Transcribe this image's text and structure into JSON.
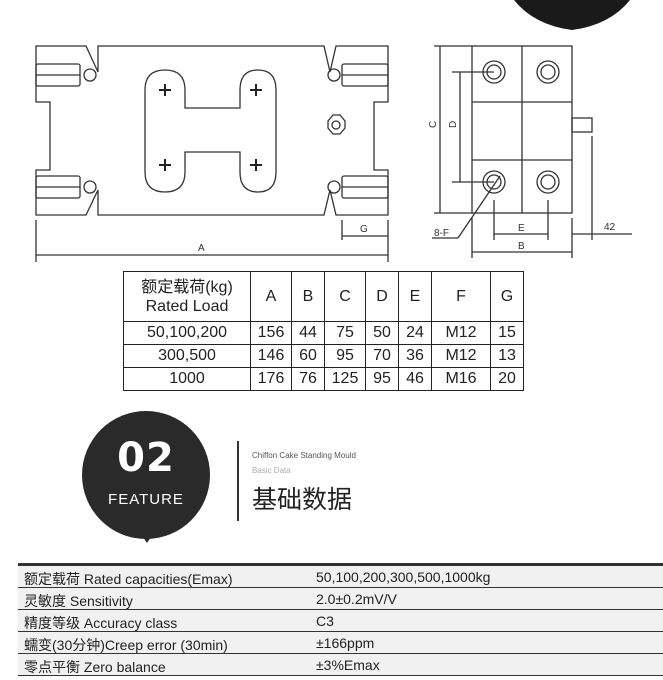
{
  "drawing": {
    "labels": {
      "A": "A",
      "G": "G",
      "C": "C",
      "D": "D",
      "E": "E",
      "B": "B",
      "F": "8-F",
      "dim42": "42"
    }
  },
  "load_table": {
    "header": {
      "cn": "额定载荷(kg)",
      "en": "Rated Load"
    },
    "columns": [
      "A",
      "B",
      "C",
      "D",
      "E",
      "F",
      "G"
    ],
    "rows": [
      {
        "load": "50,100,200",
        "values": [
          "156",
          "44",
          "75",
          "50",
          "24",
          "M12",
          "15"
        ]
      },
      {
        "load": "300,500",
        "values": [
          "146",
          "60",
          "95",
          "70",
          "36",
          "M12",
          "13"
        ]
      },
      {
        "load": "1000",
        "values": [
          "176",
          "76",
          "125",
          "95",
          "46",
          "M16",
          "20"
        ]
      }
    ]
  },
  "section": {
    "number": "02",
    "label": "FEATURE",
    "subtitle_en": "Chiffon Cake Standing Mould",
    "subtitle_small": "Basic Data",
    "title_cn": "基础数据"
  },
  "specs": [
    {
      "key": "额定载荷 Rated capacities(Emax)",
      "value": "50,100,200,300,500,1000kg"
    },
    {
      "key": "灵敏度 Sensitivity",
      "value": "2.0±0.2mV/V"
    },
    {
      "key": "精度等级 Accuracy class",
      "value": "C3"
    },
    {
      "key": "蠕变(30分钟)Creep error (30min)",
      "value": "±166ppm"
    },
    {
      "key": "零点平衡 Zero balance",
      "value": "±3%Emax"
    }
  ]
}
